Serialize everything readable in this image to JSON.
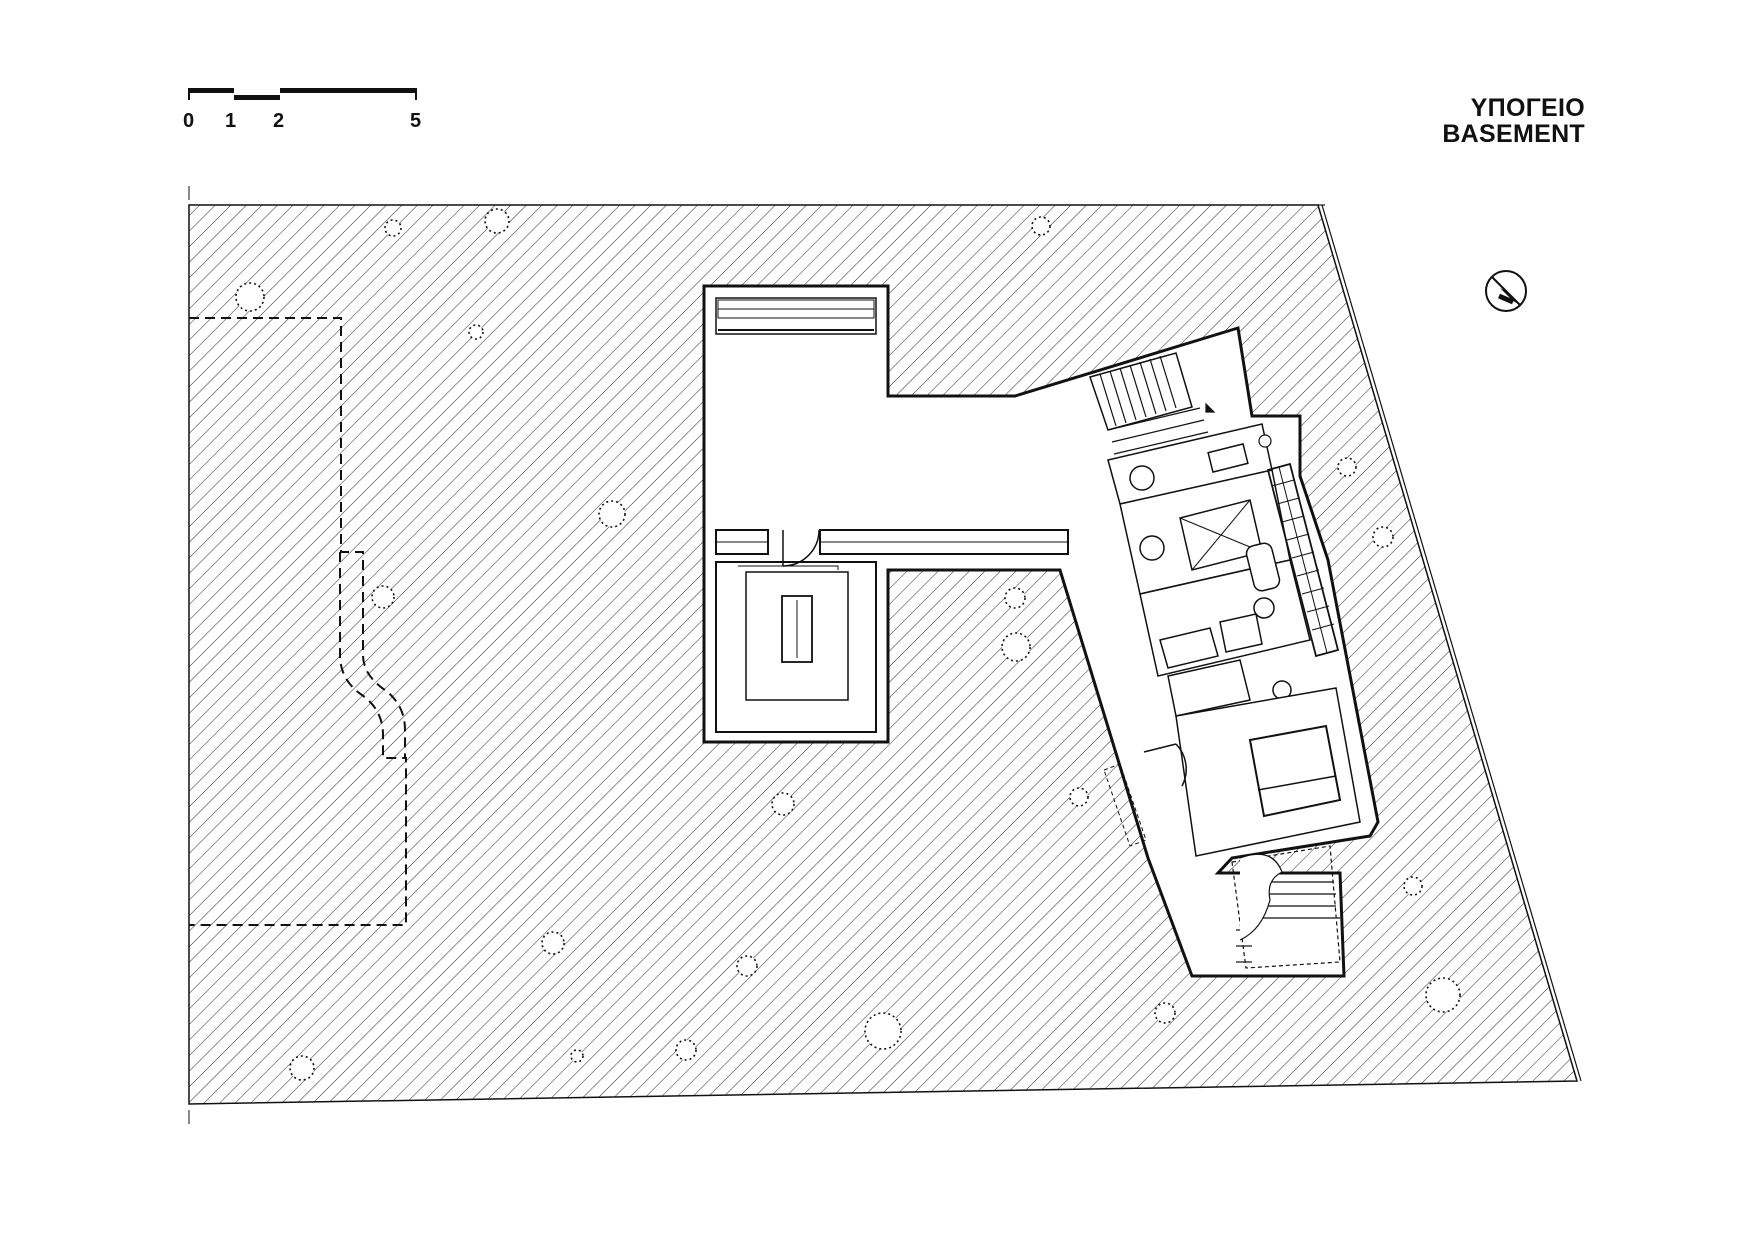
{
  "title": {
    "greek": "ΥΠΟΓΕΙΟ",
    "english": "BASEMENT"
  },
  "scale_bar": {
    "labels": [
      "0",
      "1",
      "2",
      "5"
    ]
  },
  "icons": {
    "north_arrow": "north-arrow-icon"
  },
  "colors": {
    "ink": "#111111",
    "paper": "#ffffff",
    "hatch": "#2a2a2a"
  }
}
